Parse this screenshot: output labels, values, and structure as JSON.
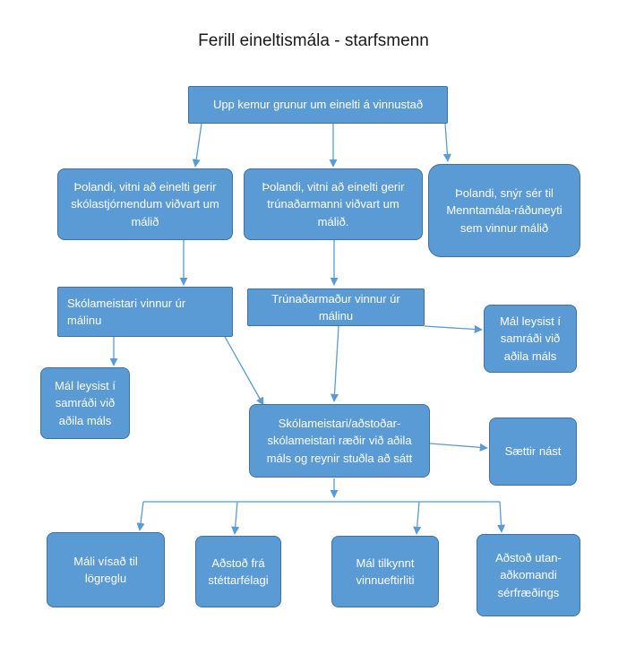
{
  "title": "Ferill eineltismála - starfsmenn",
  "nodes": {
    "root": "Upp kemur grunur um einelti á vinnustað",
    "victim_school": "Þolandi, vitni að einelti gerir skólastjórnendum viðvart um málið",
    "victim_union": "Þolandi, vitni að einelti gerir trúnaðarmanni viðvart um málið.",
    "victim_ministry": "Þolandi, snýr sér til Menntamála-ráðuneyti sem vinnur málið",
    "principal_works": "Skólameistari vinnur úr málinu",
    "rep_works": "Trúnaðarmaður vinnur úr málinu",
    "resolved_right": "Mál leysist í samráði við aðila máls",
    "resolved_left": "Mál leysist í samráði við aðila máls",
    "principal_discuss": "Skólameistari/aðstoðar-skólameistari ræðir við aðila máls og reynir stuðla að sátt",
    "settled": "Sættir nást",
    "police": "Máli vísað til lögreglu",
    "union_help": "Aðstoð frá stéttarfélagi",
    "inspectorate": "Mál tilkynnt vinnueftirliti",
    "expert_help": "Aðstoð utan-aðkomandi sérfræðings"
  }
}
